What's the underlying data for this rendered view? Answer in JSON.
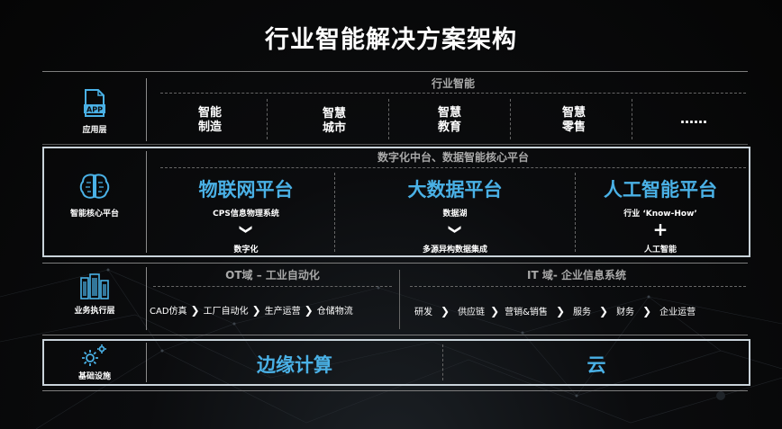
{
  "title": "行业智能解决方案架构",
  "app_layer": {
    "label": "应用层",
    "section_title": "行业智能",
    "items": [
      "智能\n制造",
      "智慧\n城市",
      "智慧\n教育",
      "智慧\n零售",
      "……"
    ]
  },
  "core_layer": {
    "label": "智能核心平台",
    "section_title": "数字化中台、数据智能核心平台",
    "platforms": [
      {
        "title": "物联网平台",
        "sub": "CPS信息物理系统",
        "symbol": "❯",
        "bottom": "数字化"
      },
      {
        "title": "大数据平台",
        "sub": "数据湖",
        "symbol": "❯",
        "bottom": "多源异构数据集成"
      },
      {
        "title": "人工智能平台",
        "sub": "行业 ‘Know-How’",
        "symbol": "+",
        "bottom": "人工智能"
      }
    ]
  },
  "exec_layer": {
    "label": "业务执行层",
    "ot_title": "OT域 – 工业自动化",
    "ot_items": [
      "CAD仿真",
      "工厂自动化",
      "生产运营",
      "仓储物流"
    ],
    "it_title": "IT 域- 企业信息系统",
    "it_items": [
      "研发",
      "供应链",
      "营销&销售",
      "服务",
      "财务",
      "企业运营"
    ],
    "arrow": "❯"
  },
  "infra_layer": {
    "label": "基础设施",
    "items": [
      "边缘计算",
      "云"
    ]
  },
  "colors": {
    "accent": "#4ab1e6",
    "border": "#c9d3da"
  },
  "icons": [
    "app-icon",
    "brain-icon",
    "building-icon",
    "gear-icon"
  ]
}
